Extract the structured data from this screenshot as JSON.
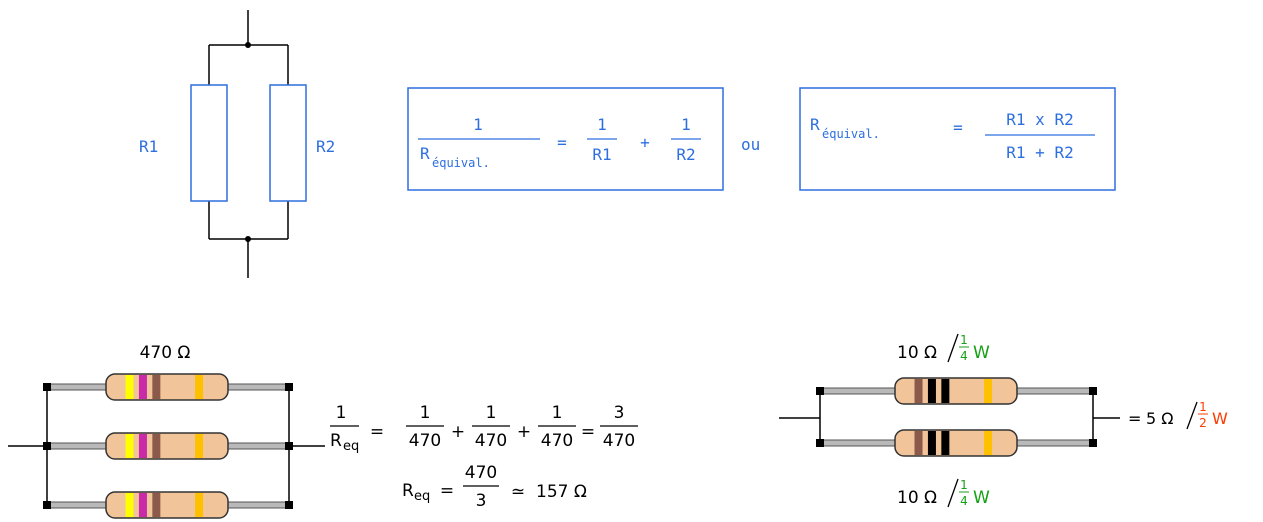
{
  "colors": {
    "wire": "#000000",
    "blue": "#2e6fe0",
    "green": "#16a016",
    "red": "#ff3c00",
    "resistor_body": "#f2c49a",
    "lead": "#b9b9b9"
  },
  "top_diagram": {
    "r1_label": "R1",
    "r2_label": "R2"
  },
  "formula1": {
    "numerator": "1",
    "denominator_main": "R",
    "denominator_sub": "équival.",
    "equals": "=",
    "t1_num": "1",
    "t1_den": "R1",
    "plus": "+",
    "t2_num": "1",
    "t2_den": "R2"
  },
  "connector": "ou",
  "formula2": {
    "lhs_main": "R",
    "lhs_sub": "équival.",
    "equals": "=",
    "numerator": "R1 x R2",
    "denominator": "R1 + R2"
  },
  "example1": {
    "resistor_value": "470 Ω",
    "band_colors": [
      "#ffff00",
      "#c82aa8",
      "#8b5a4a",
      "#ffc000"
    ],
    "lhs_num": "1",
    "lhs_den": "R",
    "lhs_den_sub": "eq",
    "equals": "=",
    "plus": "+",
    "terms": [
      {
        "num": "1",
        "den": "470"
      },
      {
        "num": "1",
        "den": "470"
      },
      {
        "num": "1",
        "den": "470"
      }
    ],
    "result_num": "3",
    "result_den": "470",
    "req_main": "R",
    "req_sub": "eq",
    "req_num": "470",
    "req_den": "3",
    "approx": "≃",
    "req_value": "157 Ω"
  },
  "example2": {
    "top_label": {
      "value": "10 Ω",
      "frac_num": "1",
      "frac_den": "4",
      "unit": "W"
    },
    "bottom_label": {
      "value": "10 Ω",
      "frac_num": "1",
      "frac_den": "4",
      "unit": "W"
    },
    "band_colors": [
      "#8b5a4a",
      "#000000",
      "#000000",
      "#ffc000"
    ],
    "result_prefix": "=",
    "result_value": "5 Ω",
    "result_frac_num": "1",
    "result_frac_den": "2",
    "result_unit": "W"
  }
}
